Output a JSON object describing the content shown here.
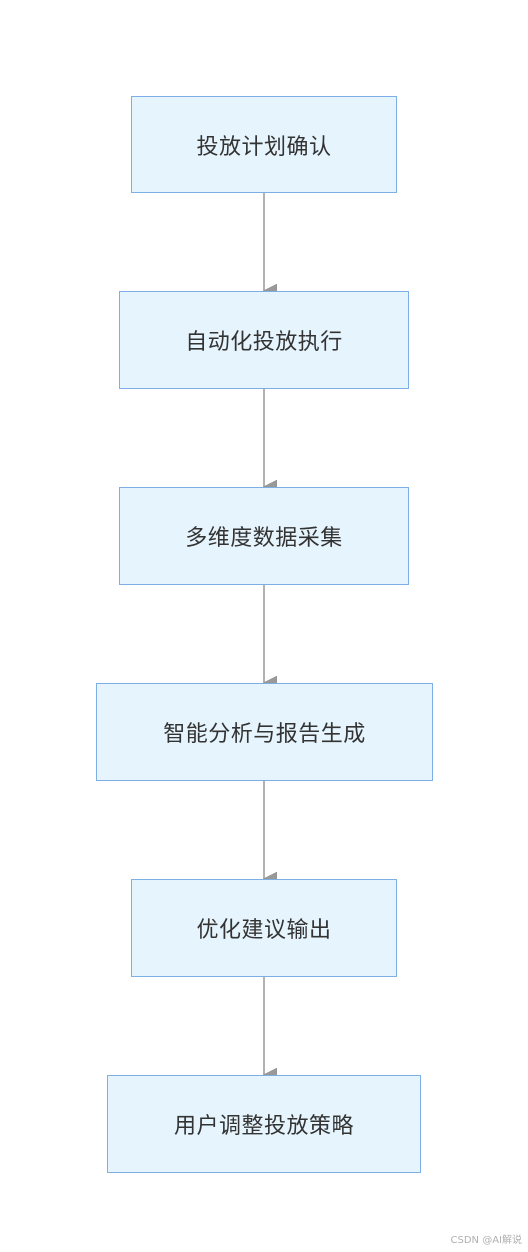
{
  "diagram": {
    "type": "flowchart",
    "direction": "top-to-bottom",
    "colors": {
      "node_fill": "#e6f4fd",
      "node_border": "#7eaee6",
      "text": "#333333",
      "edge": "#999999"
    },
    "nodes": [
      {
        "id": "n1",
        "label": "投放计划确认"
      },
      {
        "id": "n2",
        "label": "自动化投放执行"
      },
      {
        "id": "n3",
        "label": "多维度数据采集"
      },
      {
        "id": "n4",
        "label": "智能分析与报告生成"
      },
      {
        "id": "n5",
        "label": "优化建议输出"
      },
      {
        "id": "n6",
        "label": "用户调整投放策略"
      }
    ],
    "edges": [
      {
        "from": "n1",
        "to": "n2"
      },
      {
        "from": "n2",
        "to": "n3"
      },
      {
        "from": "n3",
        "to": "n4"
      },
      {
        "from": "n4",
        "to": "n5"
      },
      {
        "from": "n5",
        "to": "n6"
      }
    ]
  },
  "watermark": "CSDN @AI解说"
}
